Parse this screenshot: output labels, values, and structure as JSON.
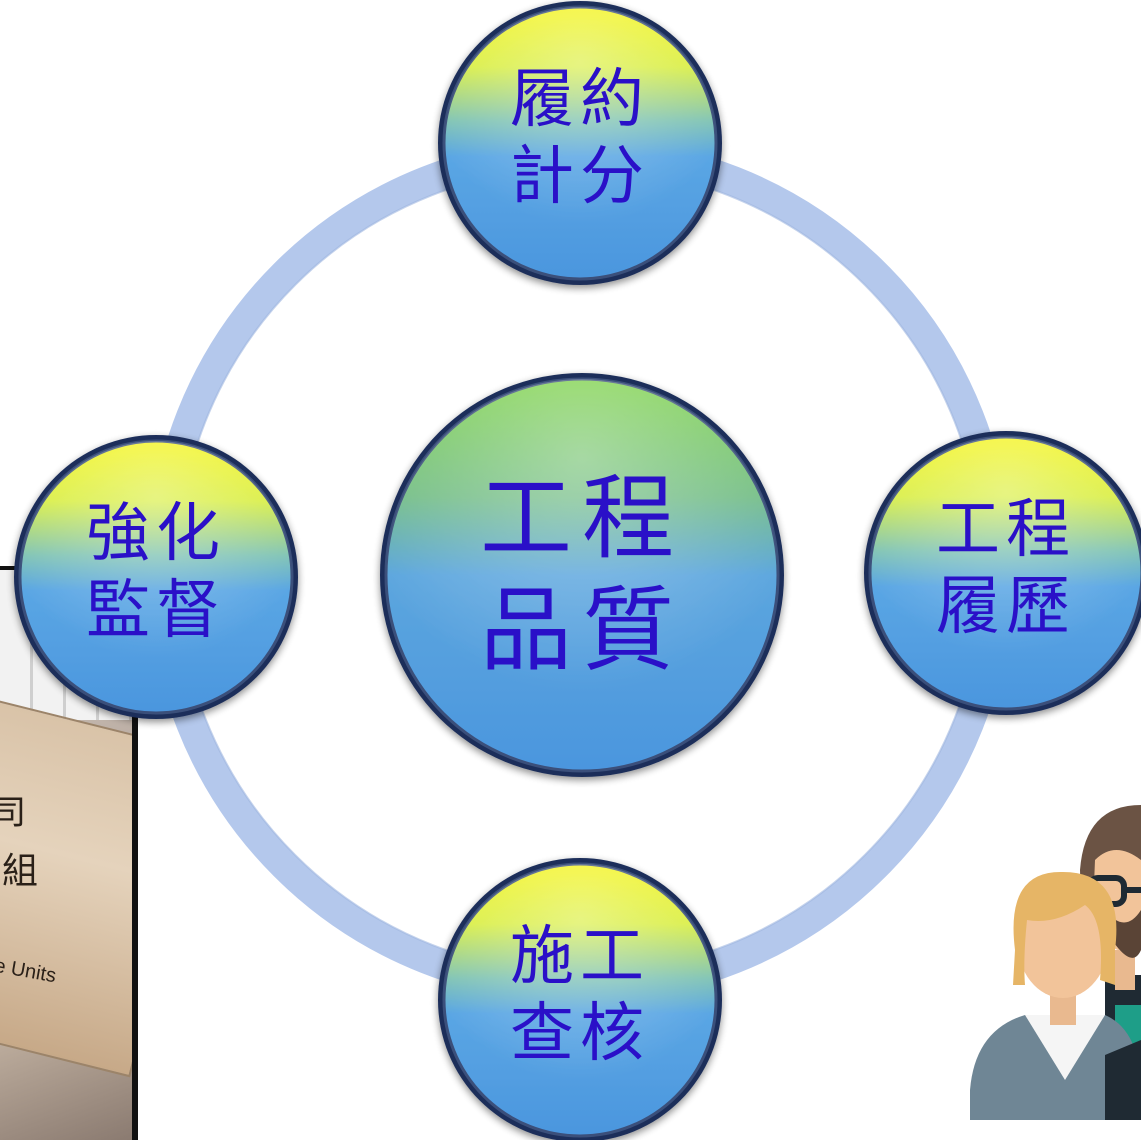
{
  "center": {
    "line1": "工程",
    "line2": "品質"
  },
  "nodes": {
    "top": {
      "line1": "履約",
      "line2": "計分"
    },
    "right": {
      "line1": "工程",
      "line2": "履歷"
    },
    "bottom": {
      "line1": "施工",
      "line2": "查核"
    },
    "left": {
      "line1": "強化",
      "line2": "監督"
    }
  },
  "photo": {
    "text1": "司",
    "text2": "組",
    "text3": "e Units"
  },
  "colors": {
    "text": "#2a10c8",
    "ring": "#b4c8ec",
    "node_top": "#f2f21a",
    "node_bottom": "#4d9fe2"
  }
}
